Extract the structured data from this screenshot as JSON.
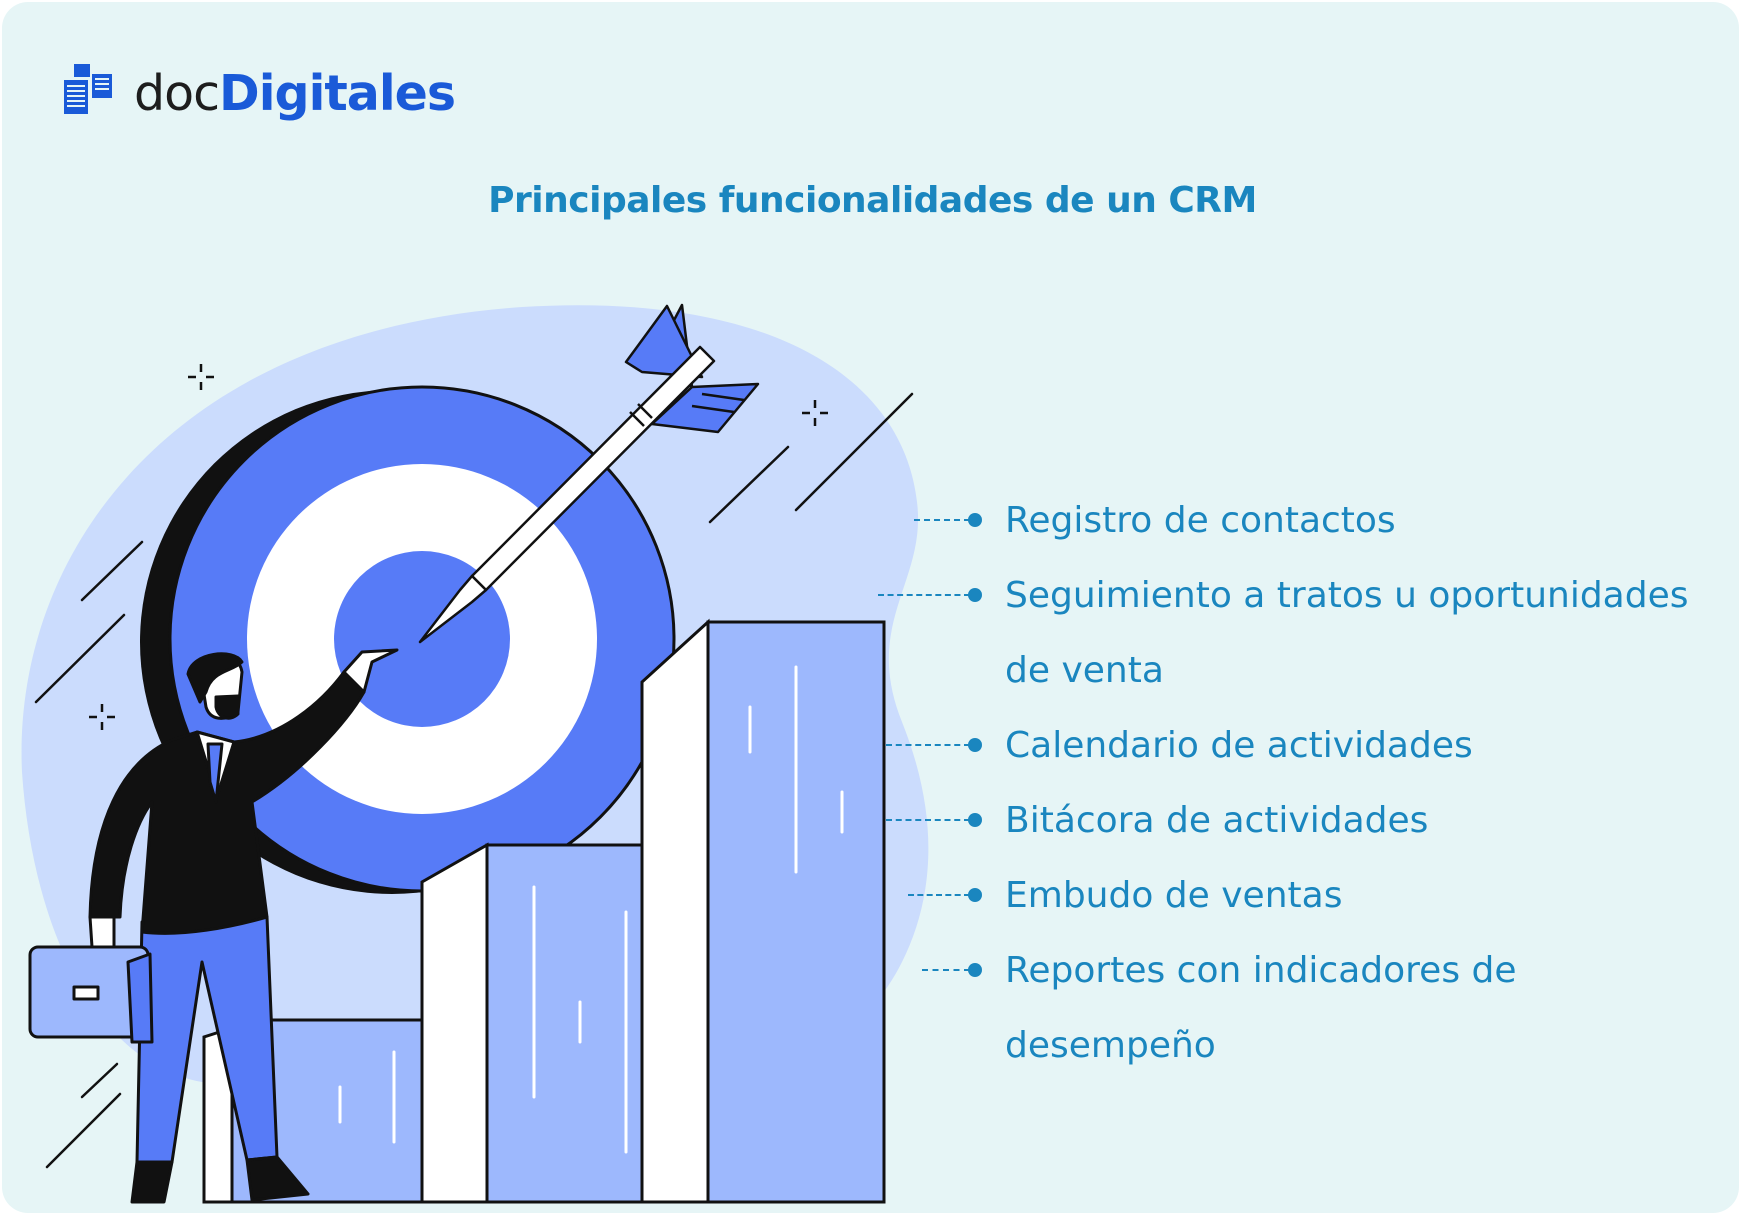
{
  "brand": {
    "name_light": "doc",
    "name_bold": "Digitales",
    "logo_icon": "document-stack-icon",
    "color": "#1a5ad8"
  },
  "title": "Principales funcionalidades de un CRM",
  "colors": {
    "background": "#e6f5f6",
    "accent_text": "#1a86bf",
    "target_blue": "#577bf7",
    "bar_blue": "#9db8fd",
    "blob": "#cbdcfd"
  },
  "illustration": {
    "icon": "businessman-target-growth-chart-icon"
  },
  "features": [
    {
      "label": "Registro de contactos"
    },
    {
      "label": "Seguimiento a tratos u oportunidades de venta"
    },
    {
      "label": "Calendario de actividades"
    },
    {
      "label": "Bitácora de actividades"
    },
    {
      "label": "Embudo de ventas"
    },
    {
      "label": "Reportes con indicadores de desempeño"
    }
  ]
}
